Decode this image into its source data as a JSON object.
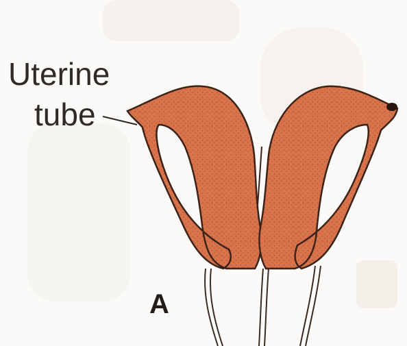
{
  "figure": {
    "label": {
      "line1": "Uterine",
      "line2": "tube"
    },
    "panel_letter": "A"
  },
  "colors": {
    "background": "#fbfaf8",
    "tissue_fill": "#d8734b",
    "outline": "#3a2218",
    "ghost_background": "#efe7dd",
    "text": "#2e2a26"
  }
}
